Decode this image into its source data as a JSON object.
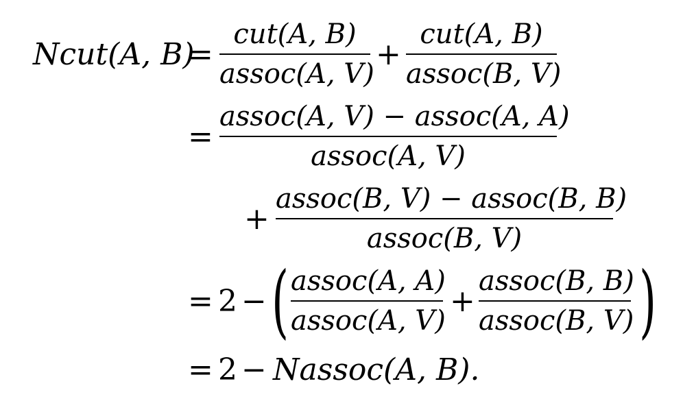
{
  "equation": {
    "lhs": "Ncut(A, B)",
    "eq": "=",
    "plus": "+",
    "minus": "−",
    "two": "2",
    "line1": {
      "frac1": {
        "num": "cut(A, B)",
        "den": "assoc(A, V)"
      },
      "frac2": {
        "num": "cut(A, B)",
        "den": "assoc(B, V)"
      }
    },
    "line2": {
      "frac": {
        "num": "assoc(A, V) − assoc(A, A)",
        "den": "assoc(A, V)"
      }
    },
    "line3": {
      "frac": {
        "num": "assoc(B, V) − assoc(B, B)",
        "den": "assoc(B, V)"
      }
    },
    "line4": {
      "lparen": "(",
      "rparen": ")",
      "frac1": {
        "num": "assoc(A, A)",
        "den": "assoc(A, V)"
      },
      "frac2": {
        "num": "assoc(B, B)",
        "den": "assoc(B, V)"
      }
    },
    "line5": {
      "rest": "Nassoc(A, B)."
    }
  }
}
